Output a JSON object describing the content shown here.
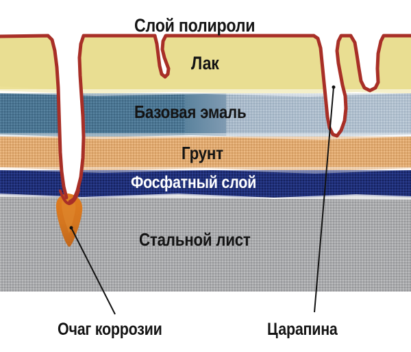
{
  "diagram": {
    "title_text": "Слой полироли",
    "description": "Cross-section of automotive paint coating layers on a steel sheet with a deep scratch causing corrosion and a shallow scratch",
    "labels": {
      "polish": "Слой полироли",
      "lacquer": "Лак",
      "base_enamel": "Базовая эмаль",
      "primer": "Грунт",
      "phosphate": "Фосфатный слой",
      "steel": "Стальной лист",
      "corrosion": "Очаг коррозии",
      "scratch": "Царапина"
    },
    "layers": [
      {
        "name": "polish",
        "label": "Слой полироли",
        "color": "#ffffff",
        "text_color": "#141414"
      },
      {
        "name": "lacquer",
        "label": "Лак",
        "color": "#e9de92",
        "text_color": "#141414"
      },
      {
        "name": "base_enamel",
        "label": "Базовая эмаль",
        "color": "#4a7491",
        "text_color": "#141414"
      },
      {
        "name": "primer",
        "label": "Грунт",
        "color": "#e0a970",
        "text_color": "#141414"
      },
      {
        "name": "phosphate",
        "label": "Фосфатный слой",
        "color": "#1f2f79",
        "text_color": "#ffffff"
      },
      {
        "name": "steel",
        "label": "Стальной лист",
        "color": "#a9aaac",
        "text_color": "#141414"
      }
    ],
    "colors": {
      "lacquer_yellow": "#e9de92",
      "enamel_dark_blue": "#4a7491",
      "enamel_light_blue": "#b0bfce",
      "primer_tan": "#e0a970",
      "phosphate_navy": "#1f2f79",
      "steel_grey": "#a9aaac",
      "outline_red": "#a82f27",
      "corrosion_orange": "#d4761f",
      "leader_line": "#111111",
      "background": "#ffffff"
    },
    "features": [
      {
        "name": "deep-scratch",
        "label": "Царапина",
        "depth": "through all coating layers to steel"
      },
      {
        "name": "shallow-scratch",
        "label": "Царапина",
        "depth": "stops in primer layer"
      },
      {
        "name": "corrosion-site",
        "label": "Очаг коррозии",
        "depth": "spreads into steel sheet"
      }
    ]
  }
}
